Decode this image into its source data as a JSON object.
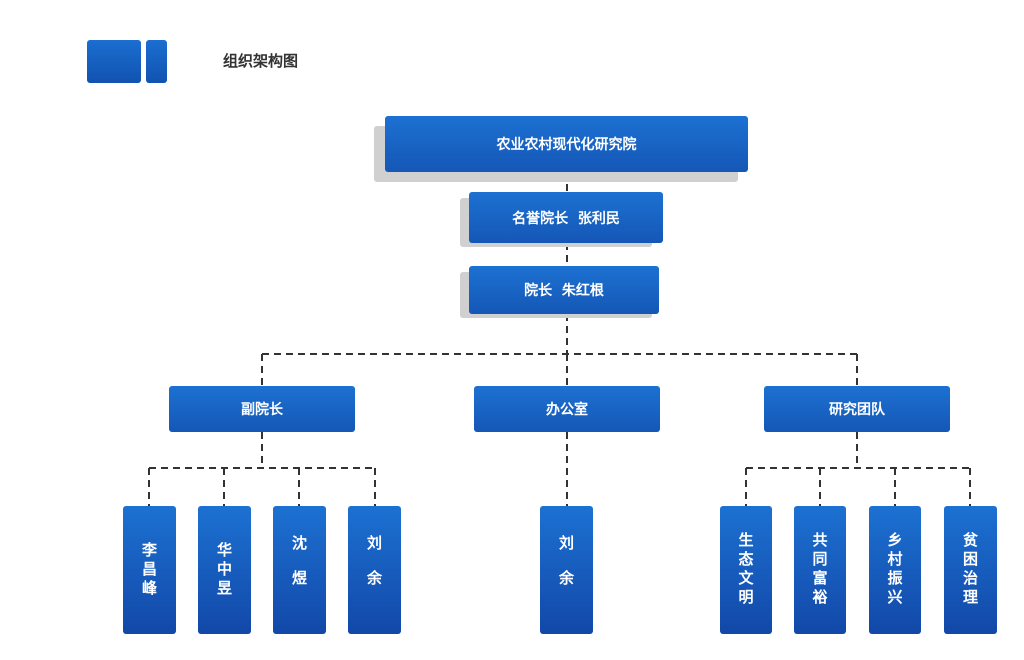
{
  "header": {
    "title": "组织架构图",
    "logo_icon": "two-blue-blocks-icon"
  },
  "colors": {
    "box_blue_top": "#1c71d2",
    "box_blue_bottom": "#1557b6",
    "shadow_gray": "#d0d0d0",
    "connector": "#333333"
  },
  "org": {
    "root": "农业农村现代化研究院",
    "honorary_president": "名誉院长  张利民",
    "president": "院长  朱红根",
    "departments": [
      {
        "label": "副院长",
        "members": [
          "李昌峰",
          "华中昱",
          "沈 煜",
          "刘 余"
        ]
      },
      {
        "label": "办公室",
        "members": [
          "刘 余"
        ]
      },
      {
        "label": "研究团队",
        "members": [
          "生态文明",
          "共同富裕",
          "乡村振兴",
          "贫困治理"
        ]
      }
    ]
  }
}
